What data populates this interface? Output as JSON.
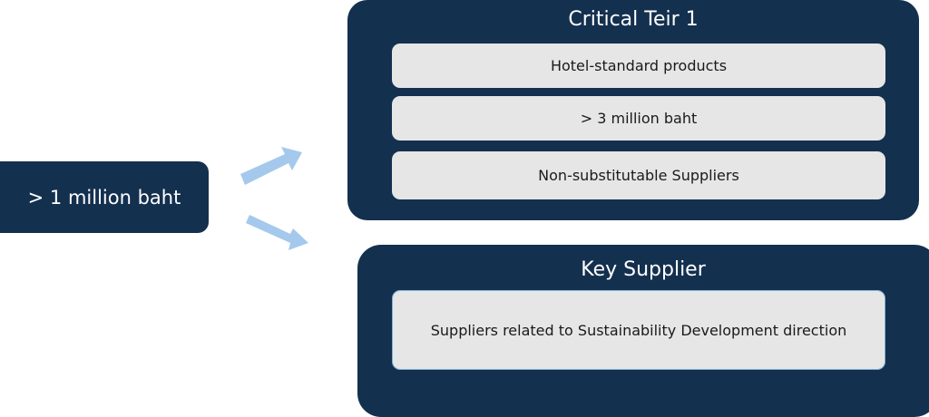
{
  "source": {
    "label": "> 1 million baht"
  },
  "critical": {
    "title": "Critical Teir 1",
    "items": [
      "Hotel-standard products",
      "> 3 million baht",
      "Non-substitutable Suppliers"
    ]
  },
  "key": {
    "title": "Key Supplier",
    "items": [
      "Suppliers related to Sustainability Development direction"
    ]
  },
  "colors": {
    "navy": "#14304f",
    "box": "#e6e6e6",
    "arrow": "#a4c9ec"
  }
}
